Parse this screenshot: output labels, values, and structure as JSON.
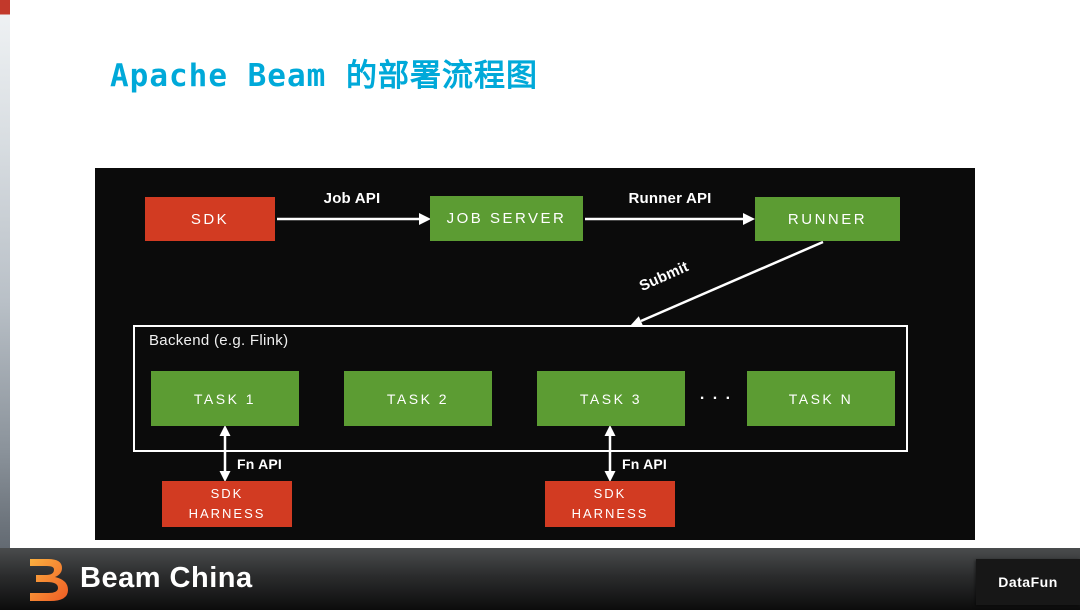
{
  "slide": {
    "title": "Apache Beam 的部署流程图"
  },
  "diagram": {
    "nodes": {
      "sdk": "SDK",
      "job_server": "JOB SERVER",
      "runner": "RUNNER",
      "task_1": "TASK 1",
      "task_2": "TASK 2",
      "task_3": "TASK 3",
      "task_n": "TASK N",
      "ellipsis": ". . .",
      "sdk_harness_line1": "SDK",
      "sdk_harness_line2": "HARNESS"
    },
    "labels": {
      "job_api": "Job API",
      "runner_api": "Runner API",
      "submit": "Submit",
      "backend": "Backend (e.g. Flink)",
      "fn_api": "Fn API"
    },
    "colors": {
      "node_red": "#d23b22",
      "node_green": "#5c9c33",
      "panel_background": "#0b0b0b",
      "arrow": "#ffffff"
    }
  },
  "theme": {
    "title_color": "#00a9d9",
    "accent_strip_red": "#c2392b",
    "logo_orange": "#ef5b24"
  },
  "footer": {
    "brand": "Beam China",
    "datafun": "DataFun"
  }
}
